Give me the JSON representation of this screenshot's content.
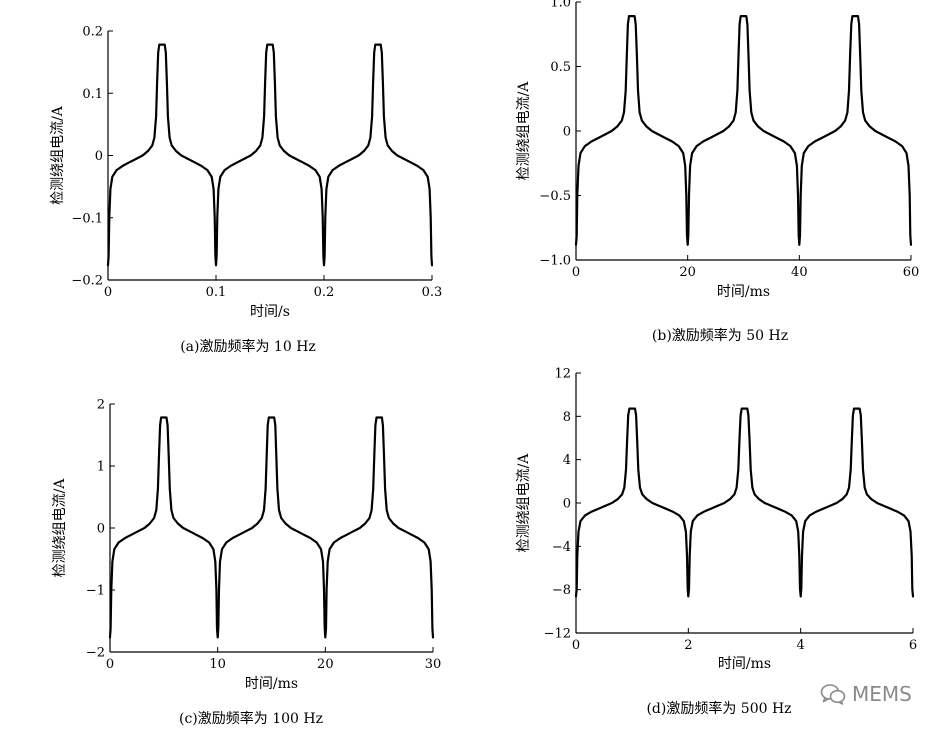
{
  "colors": {
    "line": "#000000",
    "axis": "#000000",
    "watermark": "#8a8a8a"
  },
  "watermark": {
    "icon": "wechat-icon",
    "text": "MEMS"
  },
  "chart_data": [
    {
      "type": "line",
      "caption": "(a)激励频率为 10 Hz",
      "xlabel": "时间/s",
      "ylabel": "检测绕组电流/A",
      "xlim": [
        0,
        0.3
      ],
      "ylim": [
        -0.2,
        0.2
      ],
      "xticks": [
        0,
        0.1,
        0.2,
        0.3
      ],
      "xtick_labels": [
        "0",
        "0.1",
        "0.2",
        "0.3"
      ],
      "yticks": [
        -0.2,
        -0.1,
        0,
        0.1,
        0.2
      ],
      "ytick_labels": [
        "−0.2",
        "−0.1",
        "0",
        "0.1",
        "0.2"
      ],
      "period": 0.1,
      "peak": 0.18,
      "grid": false,
      "series": [
        {
          "periods": 3,
          "waveform": "pulsed"
        }
      ]
    },
    {
      "type": "line",
      "caption": "(b)激励频率为 50 Hz",
      "xlabel": "时间/ms",
      "ylabel": "检测绕组电流/A",
      "xlim": [
        0,
        60
      ],
      "ylim": [
        -1.0,
        1.0
      ],
      "xticks": [
        0,
        20,
        40,
        60
      ],
      "xtick_labels": [
        "0",
        "20",
        "40",
        "60"
      ],
      "yticks": [
        -1.0,
        -0.5,
        0,
        0.5,
        1.0
      ],
      "ytick_labels": [
        "−1.0",
        "−0.5",
        "0",
        "0.5",
        "1.0"
      ],
      "period": 20,
      "peak": 0.9,
      "grid": false,
      "series": [
        {
          "periods": 3,
          "waveform": "pulsed"
        }
      ]
    },
    {
      "type": "line",
      "caption": "(c)激励频率为 100 Hz",
      "xlabel": "时间/ms",
      "ylabel": "检测绕组电流/A",
      "xlim": [
        0,
        30
      ],
      "ylim": [
        -2,
        2
      ],
      "xticks": [
        0,
        10,
        20,
        30
      ],
      "xtick_labels": [
        "0",
        "10",
        "20",
        "30"
      ],
      "yticks": [
        -2,
        -1,
        0,
        1,
        2
      ],
      "ytick_labels": [
        "−2",
        "−1",
        "0",
        "1",
        "2"
      ],
      "period": 10,
      "peak": 1.8,
      "grid": false,
      "series": [
        {
          "periods": 3,
          "waveform": "pulsed"
        }
      ]
    },
    {
      "type": "line",
      "caption": "(d)激励频率为 500 Hz",
      "xlabel": "时间/ms",
      "ylabel": "检测绕组电流/A",
      "xlim": [
        0,
        6
      ],
      "ylim": [
        -12,
        12
      ],
      "xticks": [
        0,
        2,
        4,
        6
      ],
      "xtick_labels": [
        "0",
        "2",
        "4",
        "6"
      ],
      "yticks": [
        -12,
        -8,
        -4,
        0,
        4,
        8,
        12
      ],
      "ytick_labels": [
        "−12",
        "−8",
        "−4",
        "0",
        "4",
        "8",
        "12"
      ],
      "period": 2,
      "peak": 8.8,
      "grid": false,
      "series": [
        {
          "periods": 3,
          "waveform": "pulsed"
        }
      ]
    }
  ]
}
